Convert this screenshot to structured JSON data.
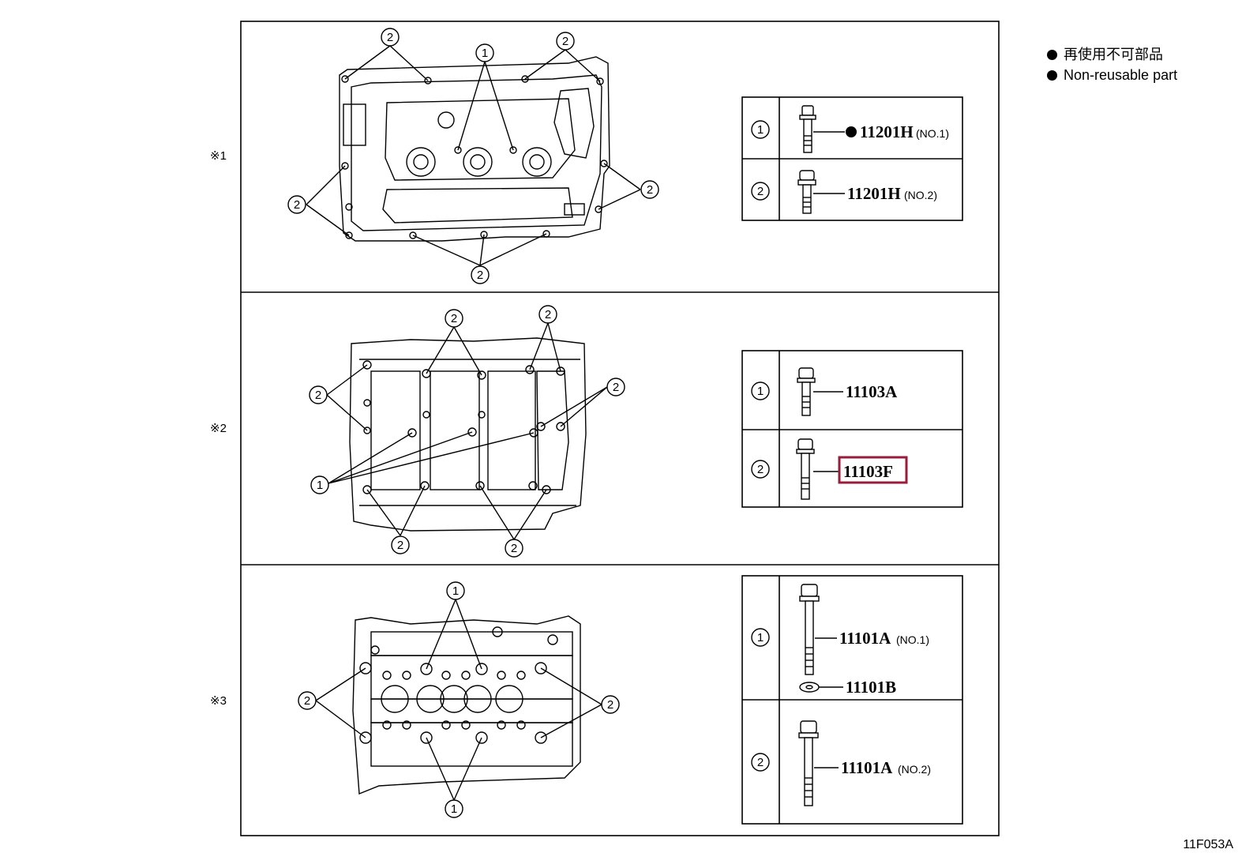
{
  "legend": {
    "line_jp": "再使用不可部品",
    "line_en": "Non-reusable part"
  },
  "figure_code": "11F053A",
  "sections": [
    {
      "label": "※1",
      "parts": [
        {
          "index": "1",
          "part_number": "11201H",
          "suffix": "(NO.1)",
          "non_reusable": true
        },
        {
          "index": "2",
          "part_number": "11201H",
          "suffix": "(NO.2)",
          "non_reusable": false
        }
      ]
    },
    {
      "label": "※2",
      "parts": [
        {
          "index": "1",
          "part_number": "11103A",
          "suffix": "",
          "non_reusable": false
        },
        {
          "index": "2",
          "part_number": "11103F",
          "suffix": "",
          "non_reusable": false,
          "highlighted": true
        }
      ]
    },
    {
      "label": "※3",
      "parts": [
        {
          "index": "1",
          "part_number": "11101A",
          "suffix": "(NO.1)",
          "washer_part_number": "11101B",
          "non_reusable": false
        },
        {
          "index": "2",
          "part_number": "11101A",
          "suffix": "(NO.2)",
          "non_reusable": false
        }
      ]
    }
  ],
  "callout_labels": {
    "one": "1",
    "two": "2"
  },
  "colors": {
    "highlight": "#9b1b3a",
    "line": "#000000"
  }
}
